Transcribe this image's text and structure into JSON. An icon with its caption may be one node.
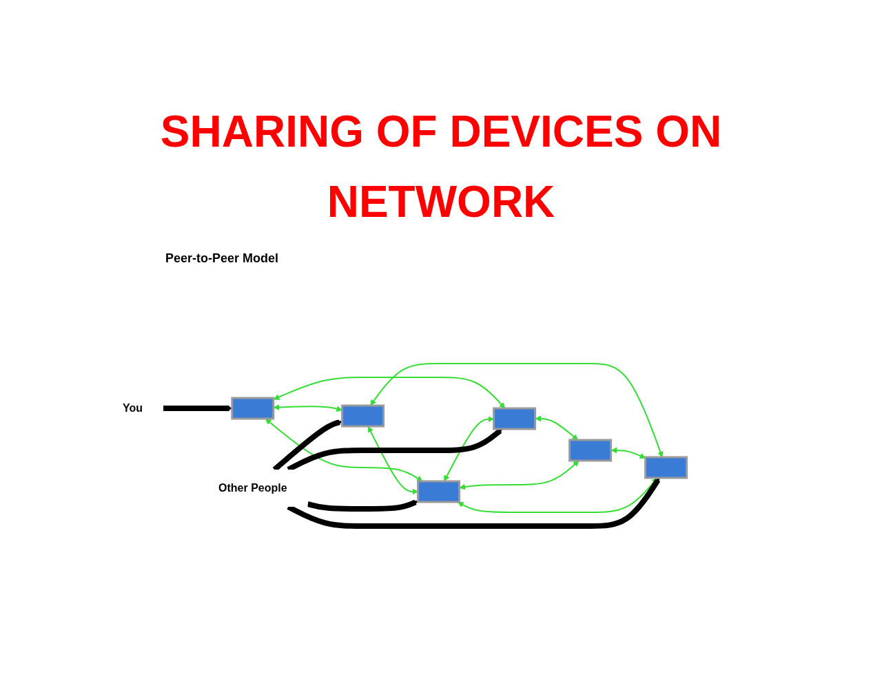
{
  "diagram": {
    "title": "SHARING OF DEVICES ON NETWORK",
    "nodes": [
      {
        "text": [],
        "shape": "box"
      },
      {
        "text": [],
        "shape": "box"
      },
      {
        "text": [],
        "shape": "box"
      },
      {
        "text": [],
        "shape": "box"
      },
      {
        "text": [],
        "shape": "box"
      },
      {
        "text": [],
        "shape": "box"
      },
      {
        "text": [
          "You"
        ]
      },
      {
        "text": [
          "Other People"
        ]
      }
    ],
    "edges": [
      {
        "from": 6,
        "to": 0,
        "arrow": "to",
        "style": "thick",
        "color": "#000000"
      },
      {
        "from": 0,
        "to": 1,
        "arrow": "both"
      },
      {
        "from": 0,
        "to": 2,
        "arrow": "both"
      },
      {
        "from": 0,
        "to": 4,
        "arrow": "both"
      },
      {
        "from": 1,
        "to": 3,
        "arrow": "both"
      },
      {
        "from": 4,
        "to": 1,
        "arrow": "both"
      },
      {
        "from": 2,
        "to": 4,
        "arrow": "both"
      },
      {
        "from": 2,
        "to": 5,
        "arrow": "both"
      },
      {
        "from": 4,
        "to": 3,
        "arrow": "both"
      },
      {
        "from": 3,
        "to": 5,
        "arrow": "both"
      },
      {
        "from": 4,
        "to": 5,
        "arrow": "both"
      },
      {
        "from": 7,
        "to": 1,
        "arrow": "to",
        "style": "thick",
        "color": "#000000"
      },
      {
        "from": 7,
        "to": 2,
        "arrow": "to",
        "style": "thick",
        "color": "#000000"
      },
      {
        "from": 7,
        "to": 4,
        "arrow": "to",
        "style": "thick",
        "color": "#000000"
      },
      {
        "from": 7,
        "to": 5,
        "arrow": "to",
        "style": "thick",
        "color": "#000000"
      }
    ],
    "labels": [
      "Peer-to-Peer Model"
    ]
  }
}
